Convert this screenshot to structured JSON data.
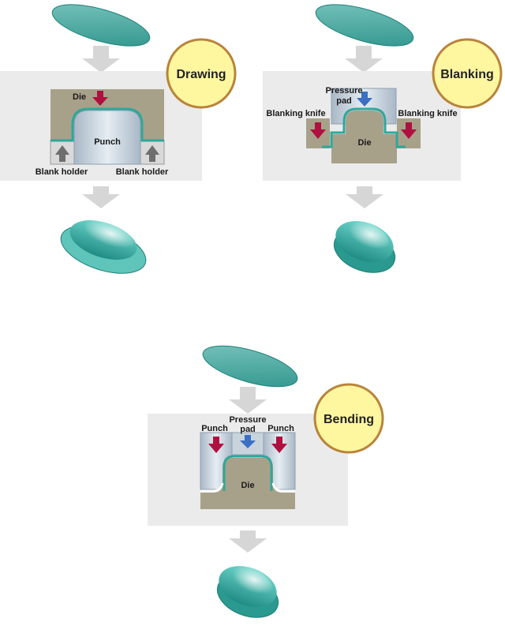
{
  "processes": [
    {
      "badge": "Drawing",
      "labels": {
        "die": "Die",
        "punch": "Punch",
        "holder_left": "Blank holder",
        "holder_right": "Blank holder"
      }
    },
    {
      "badge": "Blanking",
      "labels": {
        "pad_line1": "Pressure",
        "pad_line2": "pad",
        "knife_left": "Blanking knife",
        "knife_right": "Blanking knife",
        "die": "Die"
      }
    },
    {
      "badge": "Bending",
      "labels": {
        "punch_left": "Punch",
        "pad_line1": "Pressure",
        "pad_line2": "pad",
        "punch_right": "Punch",
        "die": "Die"
      }
    }
  ],
  "colors": {
    "panel": "#ebebeb",
    "badge_fill": "#fff7a0",
    "badge_stroke": "#b8843a",
    "die_body": "#a8a18a",
    "steel": "#c9d3dc",
    "sheet": "#2fa79a",
    "arrow_red": "#b0103f",
    "arrow_blue": "#3a6fc4",
    "arrow_gray": "#6e6e6e",
    "flow_arrow": "#d6d6d6"
  }
}
